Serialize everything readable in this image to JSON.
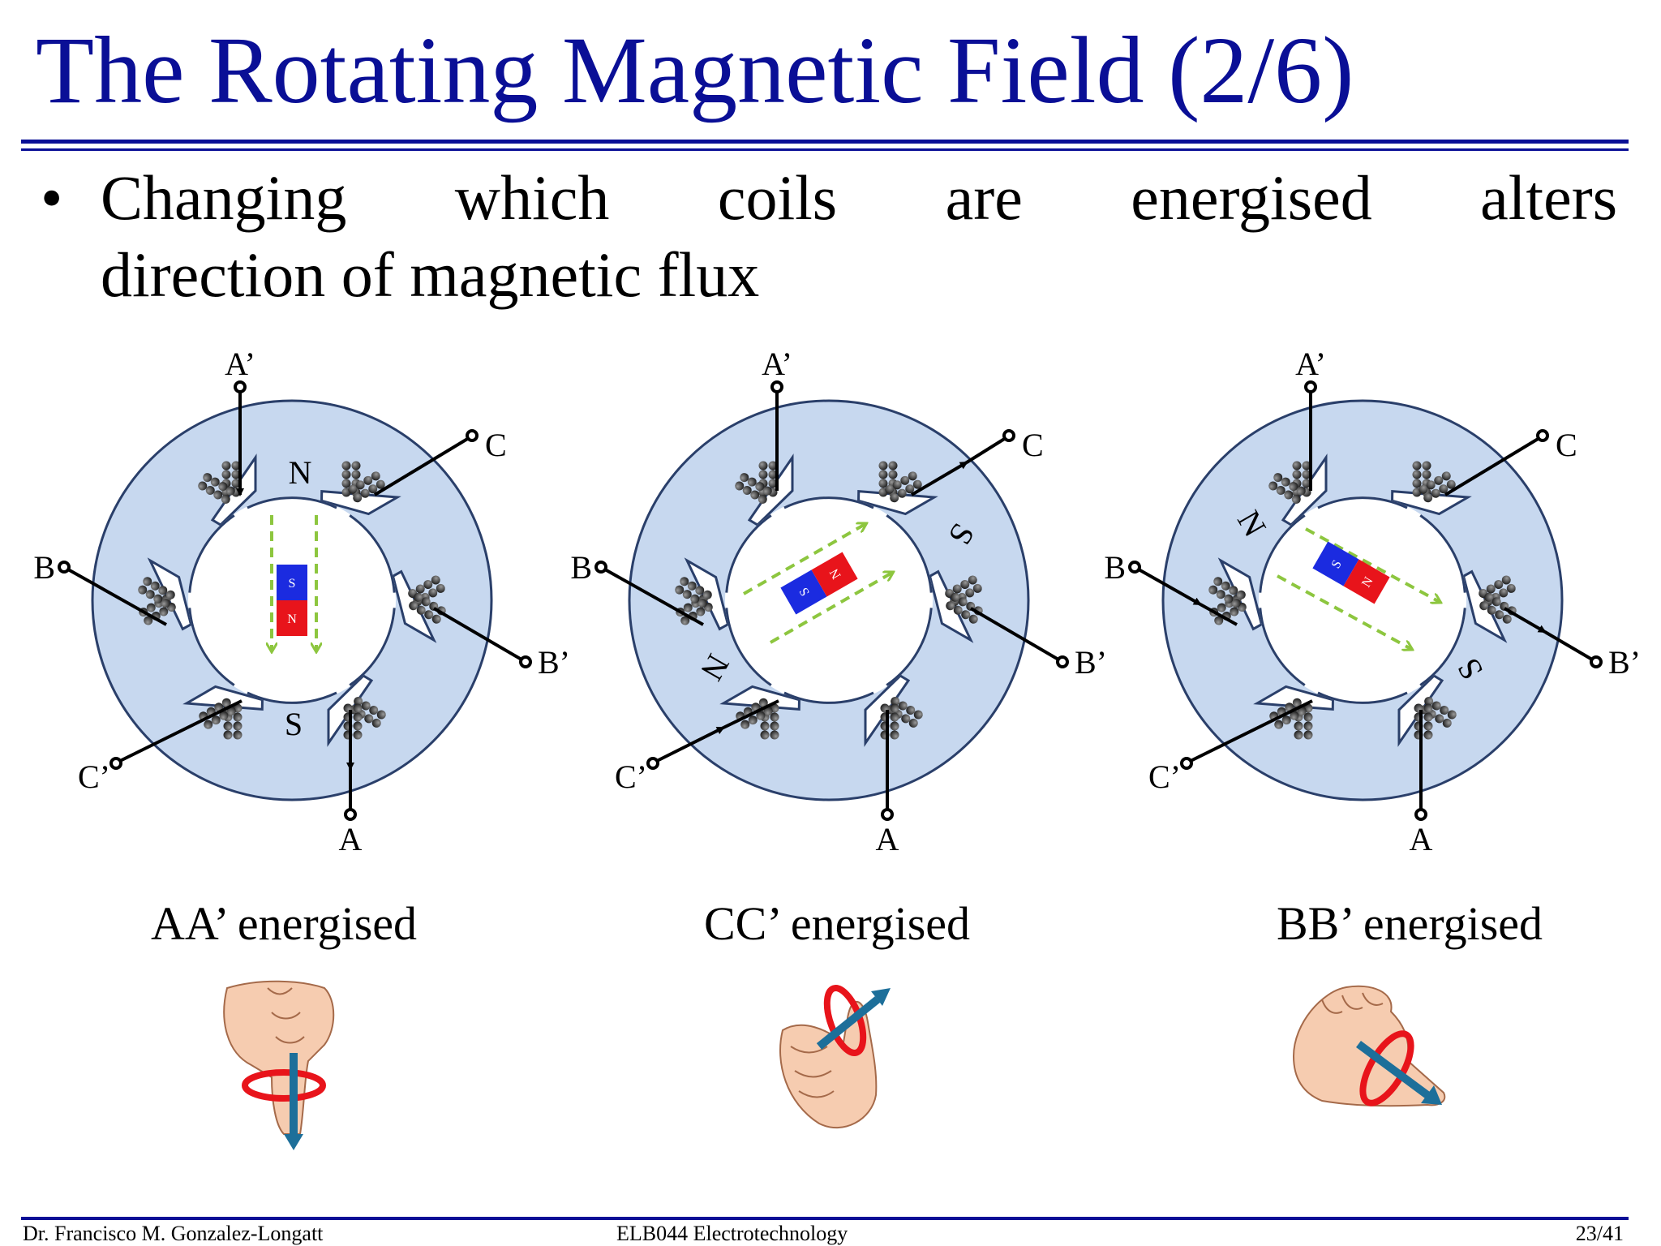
{
  "title": "The Rotating Magnetic Field (2/6)",
  "bullet": {
    "line1_words": [
      "Changing",
      "which",
      "coils",
      "are",
      "energised",
      "alters"
    ],
    "line2": "direction of magnetic flux"
  },
  "terminals": {
    "a": "A",
    "a_prime": "A’",
    "b": "B",
    "b_prime": "B’",
    "c": "C",
    "c_prime": "C’"
  },
  "magnet": {
    "north": "N",
    "south": "S"
  },
  "panels": [
    {
      "caption": "AA’ energised",
      "north_pole": "N",
      "south_pole": "S",
      "field_angle_deg": 90
    },
    {
      "caption": "CC’ energised",
      "north_pole": "N",
      "south_pole": "S",
      "field_angle_deg": -30
    },
    {
      "caption": "BB’ energised",
      "north_pole": "N",
      "south_pole": "S",
      "field_angle_deg": 30
    }
  ],
  "colors": {
    "stator": "#c7d8ef",
    "title": "#0a0f96",
    "flux_arrow": "#8dc63f",
    "magnet_north": "#e8141b",
    "magnet_south": "#1b2be0",
    "right_hand_curl": "#e8141b",
    "right_hand_thumb": "#1d6f9a"
  },
  "footer": {
    "author": "Dr. Francisco M. Gonzalez-Longatt",
    "course": "ELB044 Electrotechnology",
    "page": "23/41"
  }
}
